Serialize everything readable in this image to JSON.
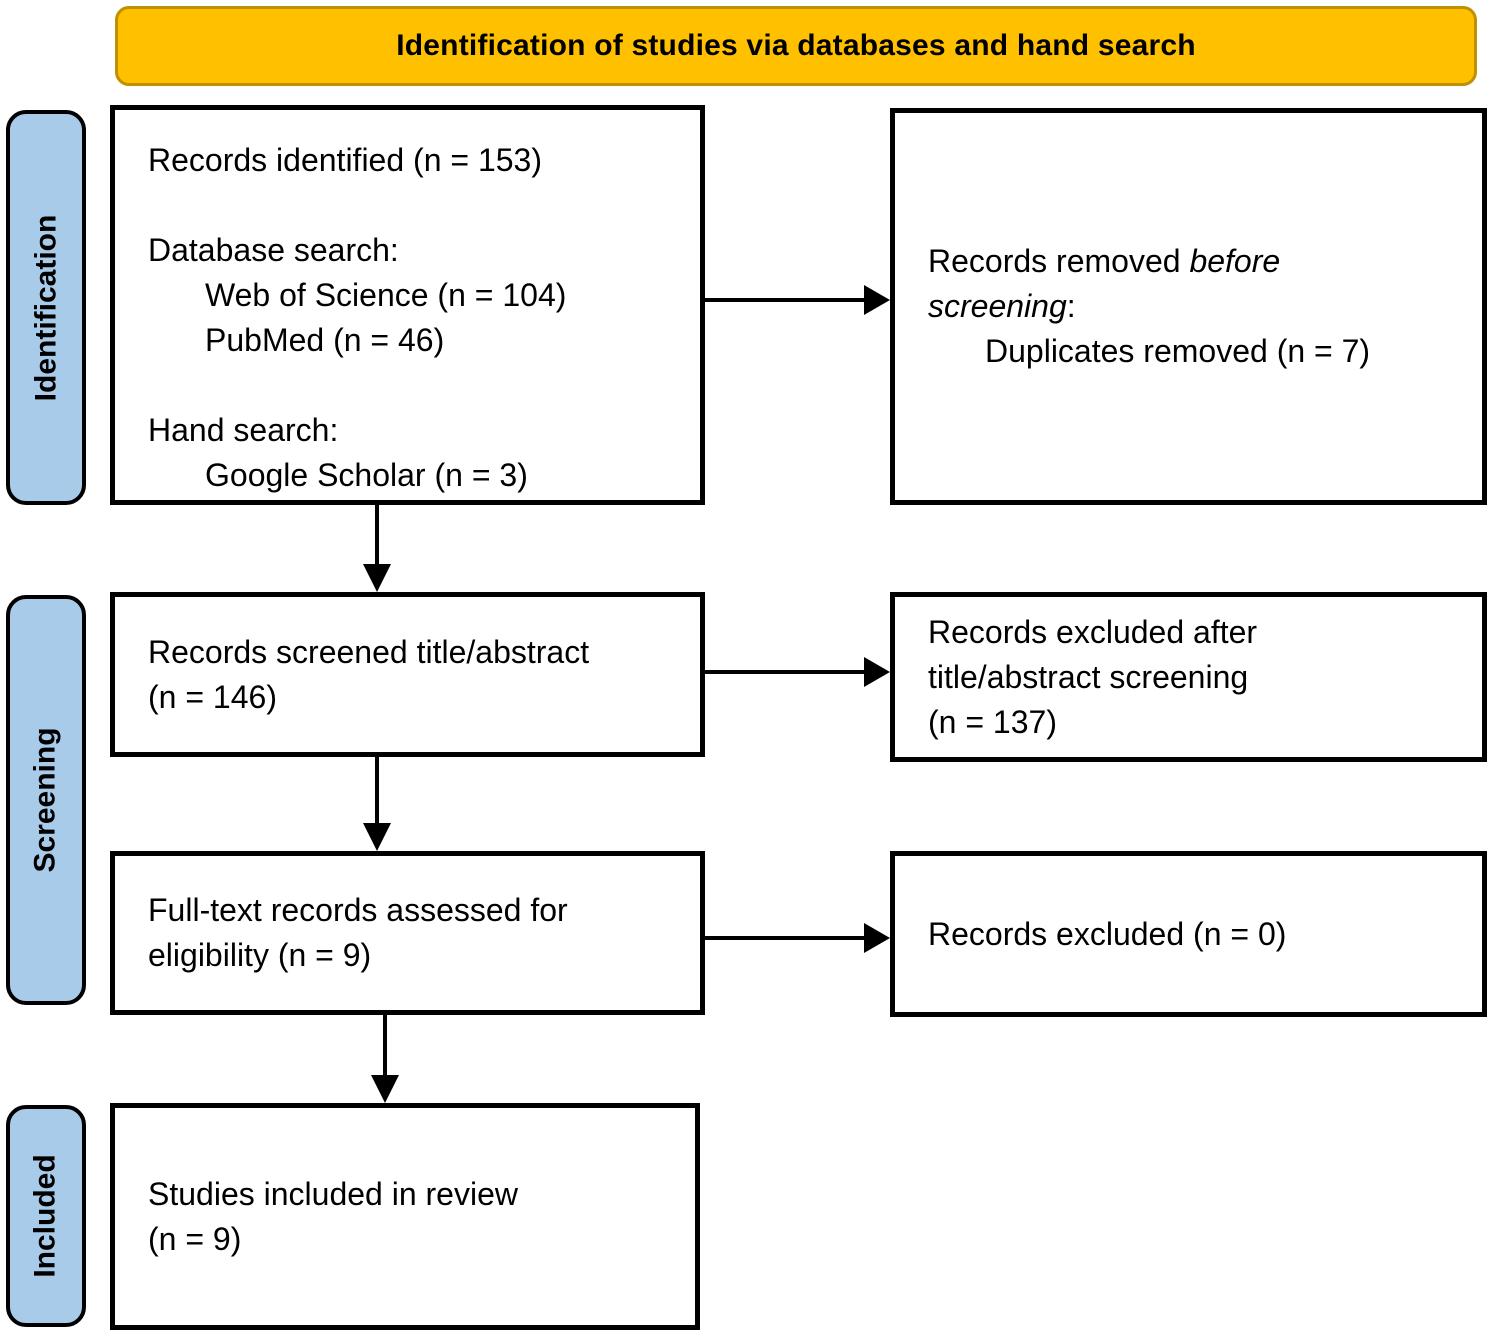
{
  "banner": {
    "title": "Identification of studies via databases and hand search"
  },
  "stages": {
    "identification": "Identification",
    "screening": "Screening",
    "included": "Included"
  },
  "boxes": {
    "records_identified": {
      "title": "Records identified (n = 153)",
      "database_search": {
        "header": "Database search:",
        "items": [
          "Web of Science (n = 104)",
          "PubMed (n = 46)"
        ]
      },
      "hand_search": {
        "header": "Hand search:",
        "items": [
          "Google Scholar (n = 3)"
        ]
      }
    },
    "records_removed": {
      "text_before": "Records removed ",
      "text_italic": "before screening",
      "text_after": ":",
      "detail": "Duplicates removed (n = 7)"
    },
    "records_screened": {
      "lines": [
        "Records screened title/abstract",
        "(n = 146)"
      ]
    },
    "excluded_title_abstract": {
      "lines": [
        "Records excluded after",
        "title/abstract screening",
        "(n = 137)"
      ]
    },
    "fulltext_assessed": {
      "lines": [
        "Full-text records assessed for",
        "eligibility (n = 9)"
      ]
    },
    "records_excluded": {
      "lines": [
        "Records excluded (n = 0)"
      ]
    },
    "studies_included": {
      "lines": [
        "Studies included in review",
        "(n = 9)"
      ]
    }
  },
  "colors": {
    "banner_fill": "#FFC000",
    "banner_border": "#BF9000",
    "stage_fill": "#A8CBEA",
    "box_border": "#000000",
    "page_bg": "#FFFFFF"
  }
}
